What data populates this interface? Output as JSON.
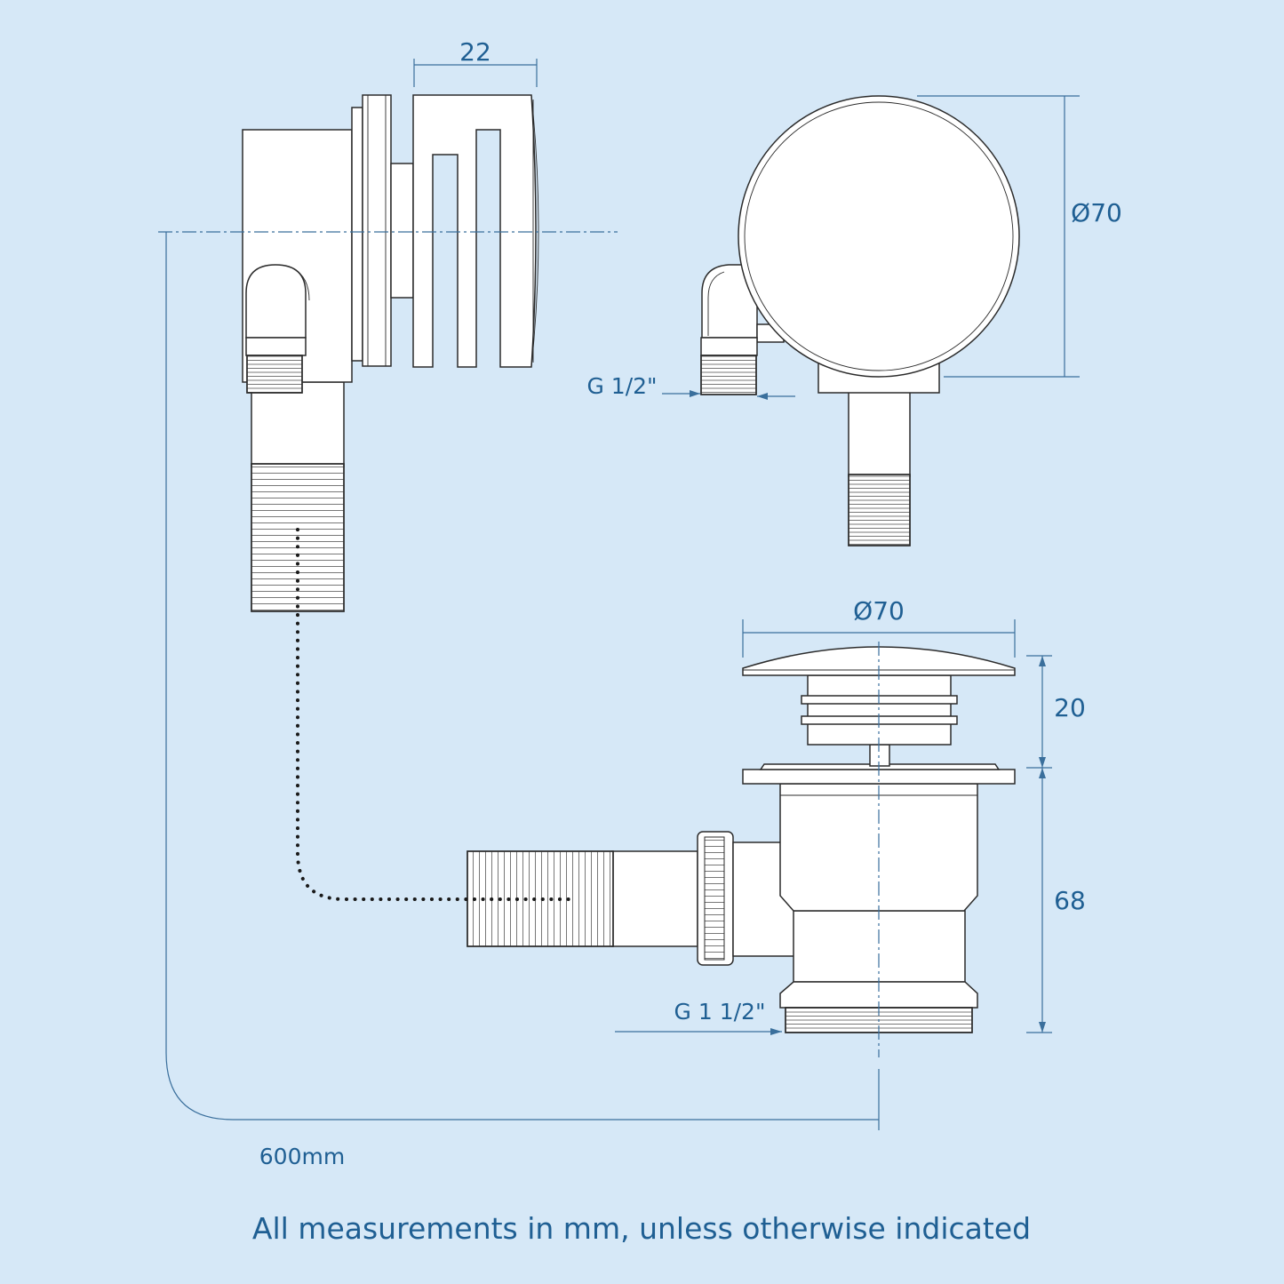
{
  "dimensions": {
    "overflow_depth": "22",
    "overflow_diameter": "Ø70",
    "overflow_thread": "G 1/2\"",
    "waste_diameter": "Ø70",
    "plug_height": "20",
    "body_height": "68",
    "waste_thread": "G 1 1/2\"",
    "cable_length": "600mm"
  },
  "footer": {
    "note": "All measurements in mm, unless otherwise indicated"
  },
  "colors": {
    "background": "#d6e8f7",
    "dimension": "#1f5f93",
    "outline": "#2b2b2b"
  }
}
